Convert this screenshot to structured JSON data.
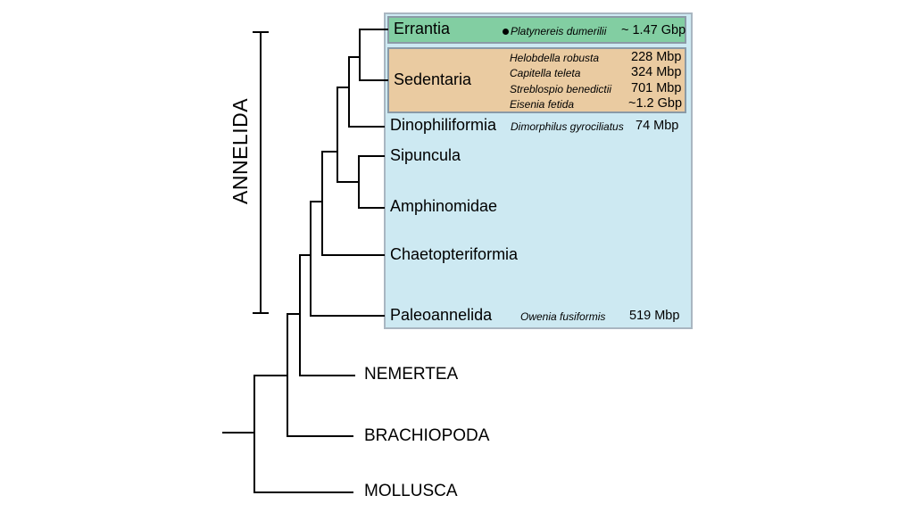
{
  "clade_label": "ANNELIDA",
  "colors": {
    "background_box": "#cde9f2",
    "errantia_box": "#82cea2",
    "sedentaria_box": "#eacba1",
    "lines": "#000000"
  },
  "errantia": {
    "name": "Errantia",
    "species": "Platynereis dumerilii",
    "genome": "~ 1.47 Gbp"
  },
  "sedentaria": {
    "name": "Sedentaria",
    "species": [
      {
        "name": "Helobdella robusta",
        "genome": "228 Mbp"
      },
      {
        "name": "Capitella teleta",
        "genome": "324 Mbp"
      },
      {
        "name": "Streblospio benedictii",
        "genome": "701 Mbp"
      },
      {
        "name": "Eisenia fetida",
        "genome": "~1.2 Gbp"
      }
    ]
  },
  "dinophiliformia": {
    "name": "Dinophiliformia",
    "species": "Dimorphilus gyrociliatus",
    "genome": "74 Mbp"
  },
  "sipuncula": {
    "name": "Sipuncula"
  },
  "amphinomidae": {
    "name": "Amphinomidae"
  },
  "chaetopteriformia": {
    "name": "Chaetopteriformia"
  },
  "paleoannelida": {
    "name": "Paleoannelida",
    "species": "Owenia fusiformis",
    "genome": "519 Mbp"
  },
  "outgroups": {
    "nemertea": "NEMERTEA",
    "brachiopoda": "BRACHIOPODA",
    "mollusca": "MOLLUSCA"
  }
}
